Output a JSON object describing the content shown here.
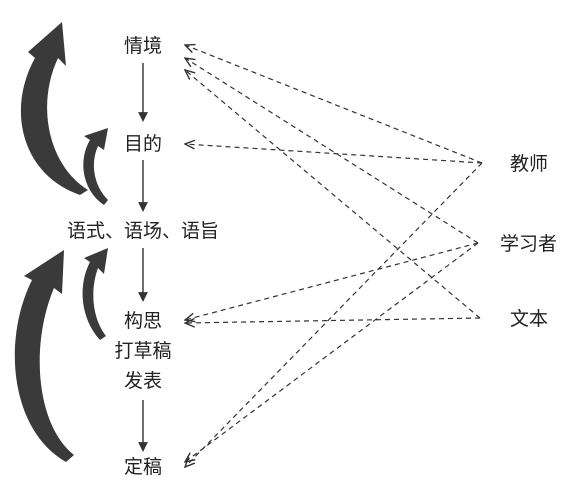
{
  "stages": {
    "context": "情境",
    "purpose": "目的",
    "register": "语式、语场、语旨",
    "conceive": "构思",
    "draft": "打草稿",
    "publish": "发表",
    "finalize": "定稿"
  },
  "participants": {
    "teacher": "教师",
    "learner": "学习者",
    "text": "文本"
  },
  "colors": {
    "line": "#333333",
    "curve": "#3a3a3a",
    "text": "#222222"
  }
}
